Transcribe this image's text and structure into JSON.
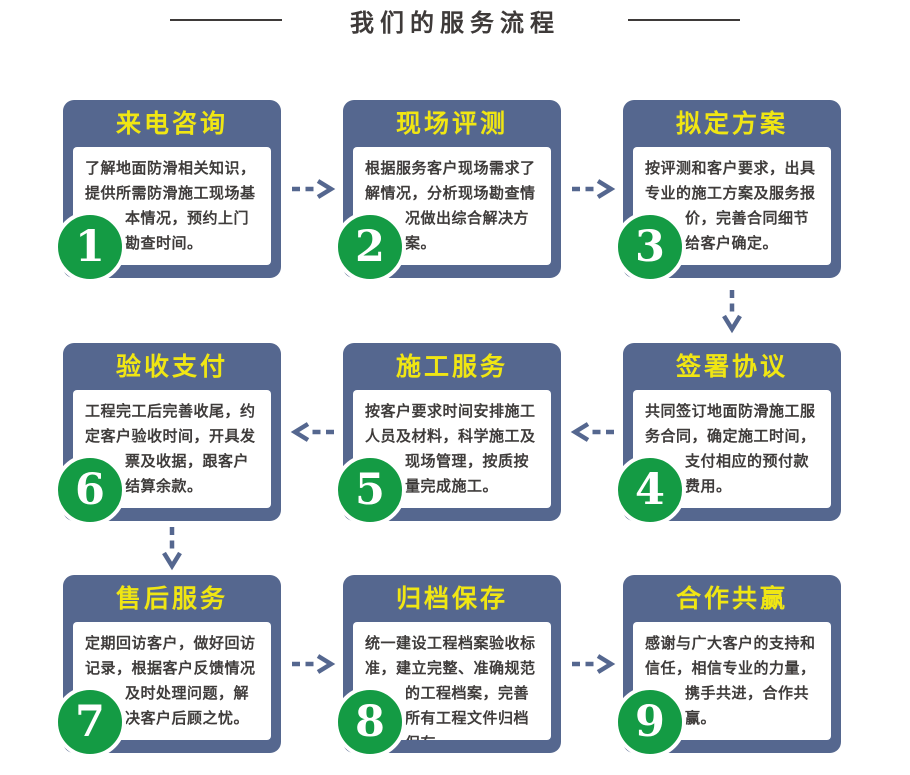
{
  "header": {
    "title": "我们的服务流程"
  },
  "steps": [
    {
      "number": "1",
      "title": "来电咨询",
      "body": "了解地面防滑相关知识，提供所需防滑施工现场基本情况，预约上门勘查时间。"
    },
    {
      "number": "2",
      "title": "现场评测",
      "body": "根据服务客户现场需求了解情况，分析现场勘查情况做出综合解决方案。"
    },
    {
      "number": "3",
      "title": "拟定方案",
      "body": "按评测和客户要求，出具专业的施工方案及服务报价，完善合同细节给客户确定。"
    },
    {
      "number": "4",
      "title": "签署协议",
      "body": "共同签订地面防滑施工服务合同，确定施工时间，支付相应的预付款费用。"
    },
    {
      "number": "5",
      "title": "施工服务",
      "body": "按客户要求时间安排施工人员及材料，科学施工及现场管理，按质按量完成施工。"
    },
    {
      "number": "6",
      "title": "验收支付",
      "body": "工程完工后完善收尾，约定客户验收时间，开具发票及收据，跟客户结算余款。"
    },
    {
      "number": "7",
      "title": "售后服务",
      "body": "定期回访客户，做好回访记录，根据客户反馈情况及时处理问题，解决客户后顾之忧。"
    },
    {
      "number": "8",
      "title": "归档保存",
      "body": "统一建设工程档案验收标准，建立完整、准确规范的工程档案，完善所有工程文件归档保存。"
    },
    {
      "number": "9",
      "title": "合作共赢",
      "body": "感谢与广大客户的支持和信任，相信专业的力量，携手共进，合作共赢。"
    }
  ],
  "flow": {
    "connections": [
      {
        "from": "1",
        "to": "2",
        "direction": "right"
      },
      {
        "from": "2",
        "to": "3",
        "direction": "right"
      },
      {
        "from": "3",
        "to": "4",
        "direction": "down"
      },
      {
        "from": "4",
        "to": "5",
        "direction": "left"
      },
      {
        "from": "5",
        "to": "6",
        "direction": "left"
      },
      {
        "from": "6",
        "to": "7",
        "direction": "down"
      },
      {
        "from": "7",
        "to": "8",
        "direction": "right"
      },
      {
        "from": "8",
        "to": "9",
        "direction": "right"
      }
    ]
  },
  "colors": {
    "card_blue": "#55678F",
    "title_yellow": "#F0E613",
    "badge_green": "#149B44",
    "body_text": "#3F3C3B",
    "heading_text": "#3E3A39"
  }
}
